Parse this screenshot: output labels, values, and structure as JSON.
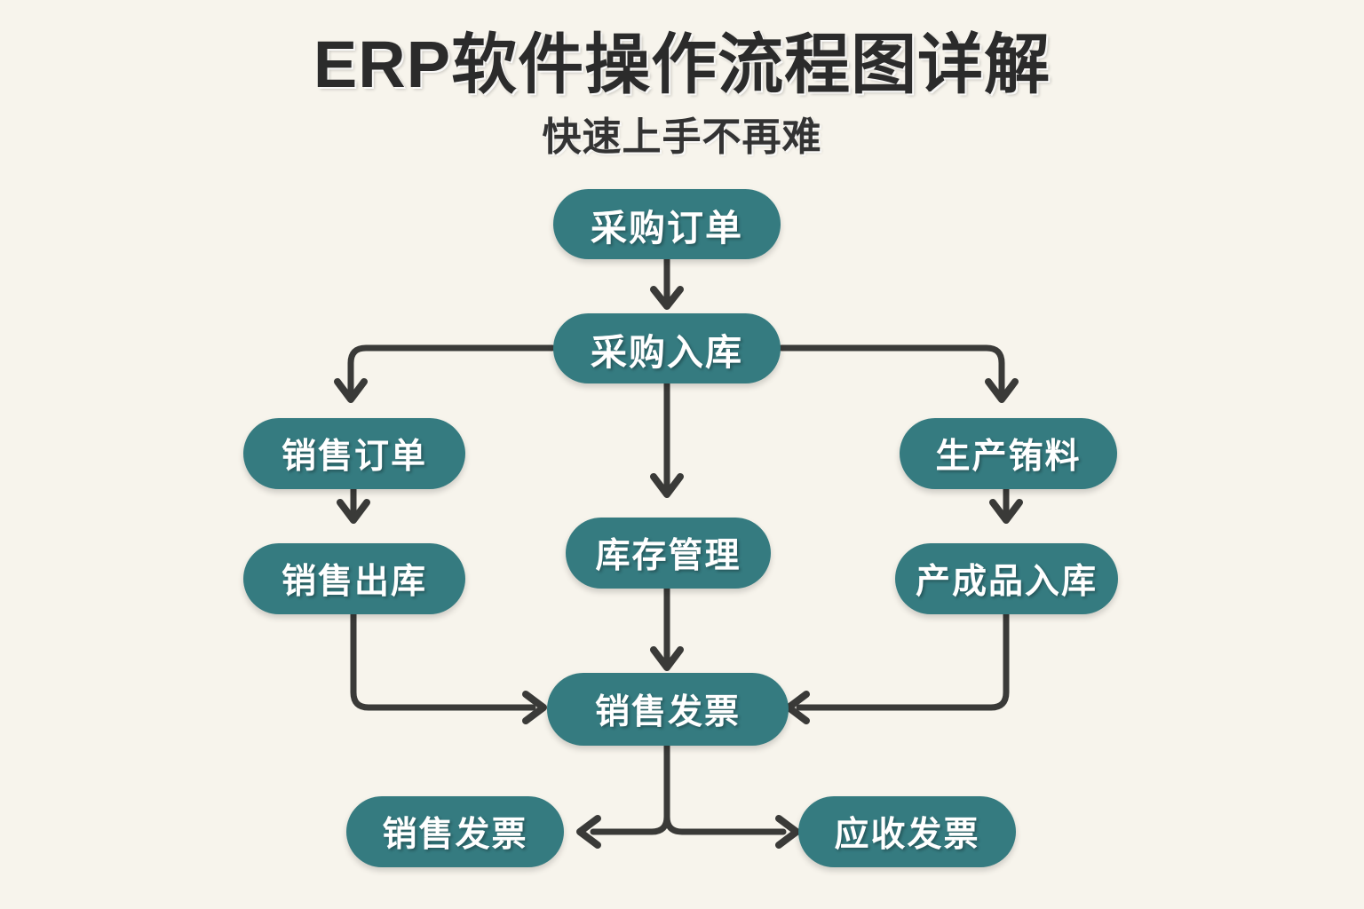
{
  "heading": {
    "title": "ERP软件操作流程图详解",
    "subtitle": "快速上手不再难"
  },
  "colors": {
    "background": "#f7f4ec",
    "node_fill": "#357b80",
    "node_text": "#ffffff",
    "connector": "#3a3a38",
    "title_text": "#2b2b2b"
  },
  "diagram": {
    "type": "flowchart",
    "orientation": "top-to-bottom",
    "nodes": [
      {
        "id": "purchase-order",
        "label": "采购订单",
        "row": 1,
        "column": "center"
      },
      {
        "id": "purchase-inbound",
        "label": "采购入库",
        "row": 2,
        "column": "center"
      },
      {
        "id": "sales-order",
        "label": "销售订单",
        "row": 3,
        "column": "left"
      },
      {
        "id": "inventory-mgmt",
        "label": "库存管理",
        "row": 4,
        "column": "center"
      },
      {
        "id": "production-picking",
        "label": "生产铕料",
        "row": 3,
        "column": "right"
      },
      {
        "id": "sales-outbound",
        "label": "销售出库",
        "row": 4,
        "column": "left"
      },
      {
        "id": "finished-goods-in",
        "label": "产成品入库",
        "row": 4,
        "column": "right"
      },
      {
        "id": "sales-invoice-main",
        "label": "销售发票",
        "row": 5,
        "column": "center"
      },
      {
        "id": "sales-invoice-left",
        "label": "销售发票",
        "row": 6,
        "column": "left"
      },
      {
        "id": "receivable-invoice",
        "label": "应收发票",
        "row": 6,
        "column": "right"
      }
    ],
    "edges": [
      {
        "from": "purchase-order",
        "to": "purchase-inbound",
        "style": "straight-down"
      },
      {
        "from": "purchase-inbound",
        "to": "sales-order",
        "style": "elbow-left"
      },
      {
        "from": "purchase-inbound",
        "to": "inventory-mgmt",
        "style": "straight-down"
      },
      {
        "from": "purchase-inbound",
        "to": "production-picking",
        "style": "elbow-right"
      },
      {
        "from": "sales-order",
        "to": "sales-outbound",
        "style": "straight-down"
      },
      {
        "from": "production-picking",
        "to": "finished-goods-in",
        "style": "straight-down"
      },
      {
        "from": "inventory-mgmt",
        "to": "sales-invoice-main",
        "style": "straight-down"
      },
      {
        "from": "sales-outbound",
        "to": "sales-invoice-main",
        "style": "elbow-right-into"
      },
      {
        "from": "finished-goods-in",
        "to": "sales-invoice-main",
        "style": "elbow-left-into"
      },
      {
        "from": "sales-invoice-main",
        "to": "sales-invoice-left",
        "style": "fork-left"
      },
      {
        "from": "sales-invoice-main",
        "to": "receivable-invoice",
        "style": "fork-right"
      }
    ]
  }
}
